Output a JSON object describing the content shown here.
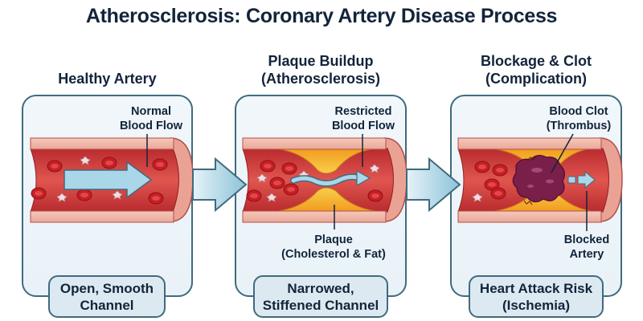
{
  "title": "Atherosclerosis: Coronary Artery Disease Process",
  "colors": {
    "text": "#12243a",
    "panel_border": "#3f6b7e",
    "panel_bg": "#eef5fa",
    "artery_wall": "#f0b4a6",
    "lumen_red": "#d23a3a",
    "blood_cell": "#c81e25",
    "flow_arrow": "#a9d6e8",
    "plaque": "#f5b52c",
    "clot": "#7a1e4a"
  },
  "stages": [
    {
      "title_line1": "Healthy Artery",
      "title_line2": "",
      "callouts": [
        {
          "line1": "Normal",
          "line2": "Blood Flow"
        }
      ],
      "bottom_line1": "Open, Smooth",
      "bottom_line2": "Channel"
    },
    {
      "title_line1": "Plaque Buildup",
      "title_line2": "(Atherosclerosis)",
      "callouts": [
        {
          "line1": "Restricted",
          "line2": "Blood Flow"
        },
        {
          "line1": "Plaque",
          "line2": "(Cholesterol & Fat)"
        }
      ],
      "bottom_line1": "Narrowed,",
      "bottom_line2": "Stiffened Channel"
    },
    {
      "title_line1": "Blockage & Clot",
      "title_line2": "(Complication)",
      "callouts": [
        {
          "line1": "Blood Clot",
          "line2": "(Thrombus)"
        },
        {
          "line1": "Blocked",
          "line2": "Artery"
        }
      ],
      "bottom_line1": "Heart Attack Risk",
      "bottom_line2": "(Ischemia)"
    }
  ],
  "transition_arrows": [
    {
      "from": "Healthy Artery",
      "to": "Plaque Buildup"
    },
    {
      "from": "Plaque Buildup",
      "to": "Blockage & Clot"
    }
  ]
}
